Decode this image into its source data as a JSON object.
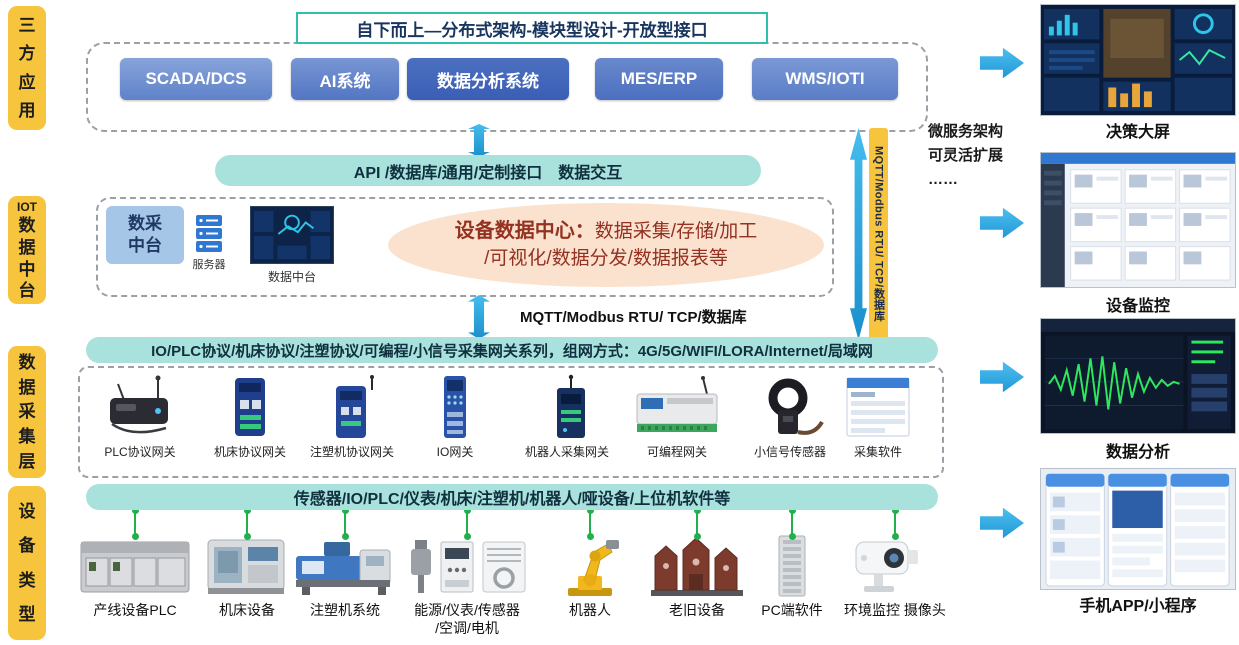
{
  "sidebar": {
    "items": [
      {
        "id": "third-party-app",
        "lines": [
          "三",
          "方",
          "应",
          "用"
        ]
      },
      {
        "id": "iot-data-platform",
        "lines": [
          "IOT",
          "数",
          "据",
          "中",
          "台"
        ]
      },
      {
        "id": "data-collection-layer",
        "lines": [
          "数",
          "据",
          "采",
          "集",
          "层"
        ]
      },
      {
        "id": "device-type",
        "lines": [
          "设",
          "备",
          "类",
          "型"
        ]
      }
    ]
  },
  "top": {
    "title": "自下而上—分布式架构-模块型设计-开放型接口",
    "apps": [
      {
        "label": "SCADA/DCS",
        "c1": "#87A3DA",
        "c2": "#5F82C9"
      },
      {
        "label": "AI系统",
        "c1": "#7896D3",
        "c2": "#5376C4"
      },
      {
        "label": "数据分析系统",
        "c1": "#4C70C0",
        "c2": "#3A5EB5"
      },
      {
        "label": "MES/ERP",
        "c1": "#6A89CD",
        "c2": "#4C70C0"
      },
      {
        "label": "WMS/IOTI",
        "c1": "#7B98D5",
        "c2": "#5A7DC7"
      }
    ]
  },
  "api_bar": {
    "label": "API /数据库/通用/定制接口　数据交互"
  },
  "iot": {
    "platform_lines": [
      "数采",
      "中台"
    ],
    "server_label": "服务器",
    "data_center_label": "数据中台",
    "center_title": "设备数据中心：",
    "center_line1": "数据采集/存储/加工",
    "center_line2": "/可视化/数据分发/数据报表等"
  },
  "protocol": {
    "label": "MQTT/Modbus RTU/ TCP/数据库"
  },
  "gateway_bar": {
    "label": "IO/PLC协议/机床协议/注塑协议/可编程/小信号采集网关系列，组网方式：4G/5G/WIFI/LORA/Internet/局域网"
  },
  "gateways": [
    {
      "label": "PLC协议网关",
      "icon": "plc-gateway"
    },
    {
      "label": "机床协议网关",
      "icon": "machine-gateway"
    },
    {
      "label": "注塑机协议网关",
      "icon": "injection-gateway"
    },
    {
      "label": "IO网关",
      "icon": "io-gateway"
    },
    {
      "label": "机器人采集网关",
      "icon": "robot-gateway"
    },
    {
      "label": "可编程网关",
      "icon": "programmable-gateway"
    },
    {
      "label": "小信号传感器",
      "icon": "signal-sensor"
    },
    {
      "label": "采集软件",
      "icon": "collect-software"
    }
  ],
  "device_bar": {
    "label": "传感器/IO/PLC/仪表/机床/注塑机/机器人/哑设备/上位机软件等"
  },
  "devices": [
    {
      "label": "产线设备PLC",
      "icon": "production-plc"
    },
    {
      "label": "机床设备",
      "icon": "machine-tool"
    },
    {
      "label": "注塑机系统",
      "icon": "injection-molding"
    },
    {
      "label": "能源/仪表/传感器",
      "label2": "/空调/电机",
      "icon": "meters"
    },
    {
      "label": "机器人",
      "icon": "robot-arm"
    },
    {
      "label": "老旧设备",
      "icon": "legacy-equipment"
    },
    {
      "label": "PC端软件",
      "icon": "pc-software"
    },
    {
      "label": "环境监控 摄像头",
      "icon": "cctv-camera"
    }
  ],
  "bus": {
    "label": "MQTT/Modbus RTU/ TCP/数据库"
  },
  "note": {
    "lines": [
      "微服务架构",
      "可灵活扩展",
      "……"
    ]
  },
  "outputs": [
    {
      "label": "决策大屏",
      "icon": "decision-dashboard"
    },
    {
      "label": "设备监控",
      "icon": "device-monitoring"
    },
    {
      "label": "数据分析",
      "icon": "data-analysis"
    },
    {
      "label": "手机APP/小程序",
      "icon": "mobile-app"
    }
  ],
  "colors": {
    "accent_teal": "#A9E2DC",
    "accent_yellow": "#F7C53D",
    "arrow_blue": "#2EA7E6",
    "connector_green": "#21B14C",
    "ellipse_bg": "#FBE2CF"
  }
}
